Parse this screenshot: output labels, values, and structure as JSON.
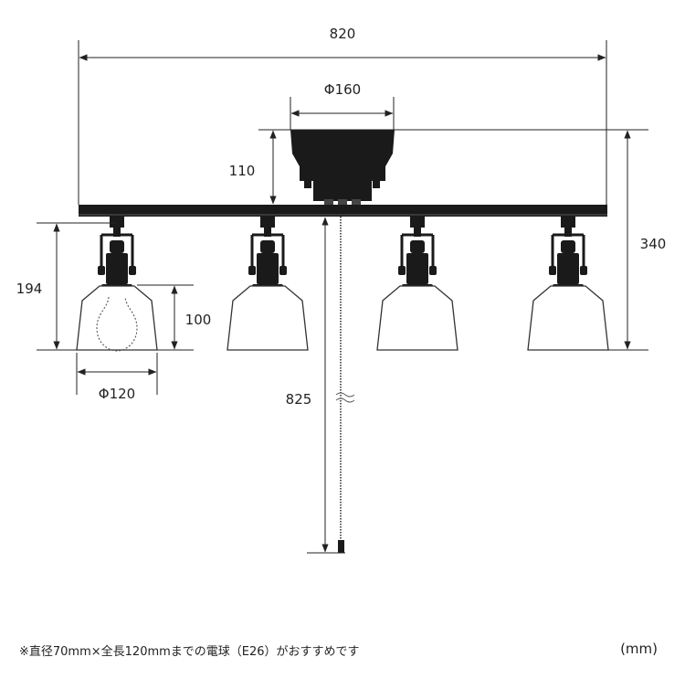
{
  "dimensions": {
    "total_width": "820",
    "base_diameter": "Φ160",
    "base_height": "110",
    "total_height": "340",
    "pendant_height": "194",
    "shade_height": "100",
    "shade_diameter": "Φ120",
    "cord_length": "825"
  },
  "footnote": "※直径70mm×全長120mmまでの電球（E26）がおすすめです",
  "unit_label": "(mm)"
}
